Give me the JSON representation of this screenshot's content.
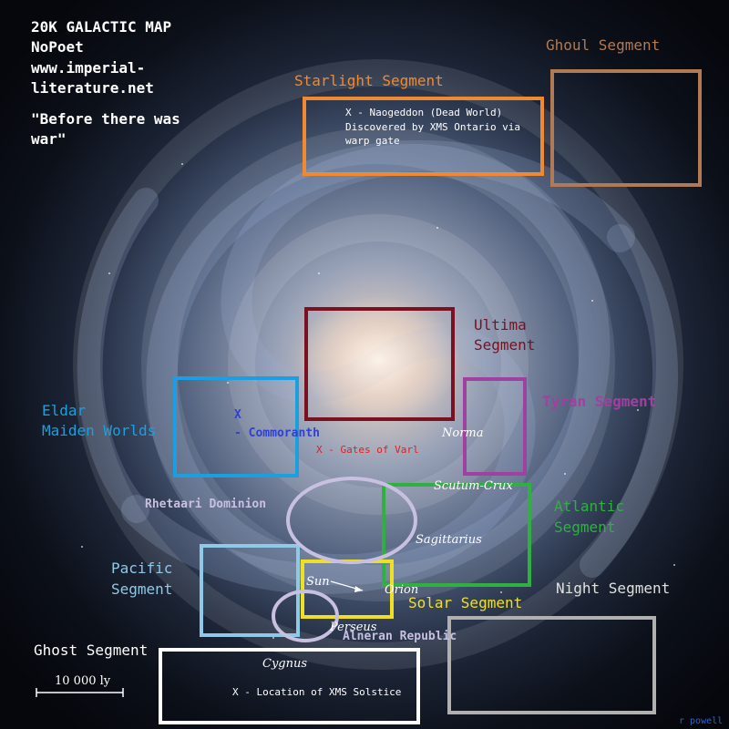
{
  "header": {
    "line1": "20K GALACTIC MAP",
    "line2": "NoPoet",
    "line3": "www.imperial-",
    "line4": "literature.net",
    "quote1": "\"Before there was",
    "quote2": "war\""
  },
  "segments": {
    "ghoul": "Ghoul Segment",
    "starlight": "Starlight Segment",
    "ultima1": "Ultima",
    "ultima2": "Segment",
    "tyran": "Tyran Segment",
    "eldar1": "Eldar",
    "eldar2": "Maiden Worlds",
    "atlantic1": "Atlantic",
    "atlantic2": "Segment",
    "pacific1": "Pacific",
    "pacific2": "Segment",
    "solar": "Solar Segment",
    "night": "Night Segment",
    "ghost": "Ghost Segment"
  },
  "markers": {
    "naogeddon1": "X - Naogeddon (Dead World)",
    "naogeddon2": "Discovered by XMS Ontario via",
    "naogeddon3": "warp gate",
    "commoranth_x": "X",
    "commoranth": "- Commoranth",
    "gates_of_varl": "X - Gates of Varl",
    "solstice": "X - Location of XMS Solstice"
  },
  "polities": {
    "rhetaari": "Rhetaari Dominion",
    "alneran": "Alneran Republic"
  },
  "arms": {
    "norma": "Norma",
    "scutum": "Scutum-Crux",
    "sagittarius": "Sagittarius",
    "sun": "Sun",
    "orion": "Orion",
    "perseus": "Perseus",
    "cygnus": "Cygnus"
  },
  "scale": {
    "label": "10 000 ly"
  },
  "credit": "r powell",
  "colors": {
    "ghoul": "#b07a55",
    "starlight": "#f08a30",
    "ultima": "#7a1020",
    "tyran": "#a040a0",
    "eldar": "#1aa0e0",
    "atlantic": "#30b040",
    "pacific": "#90c8e8",
    "solar": "#f0e020",
    "night": "#b0b0b0",
    "ghost": "#ffffff",
    "ellipse": "#c8c0e0",
    "commoranth": "#3040d0",
    "varl": "#e02020"
  }
}
